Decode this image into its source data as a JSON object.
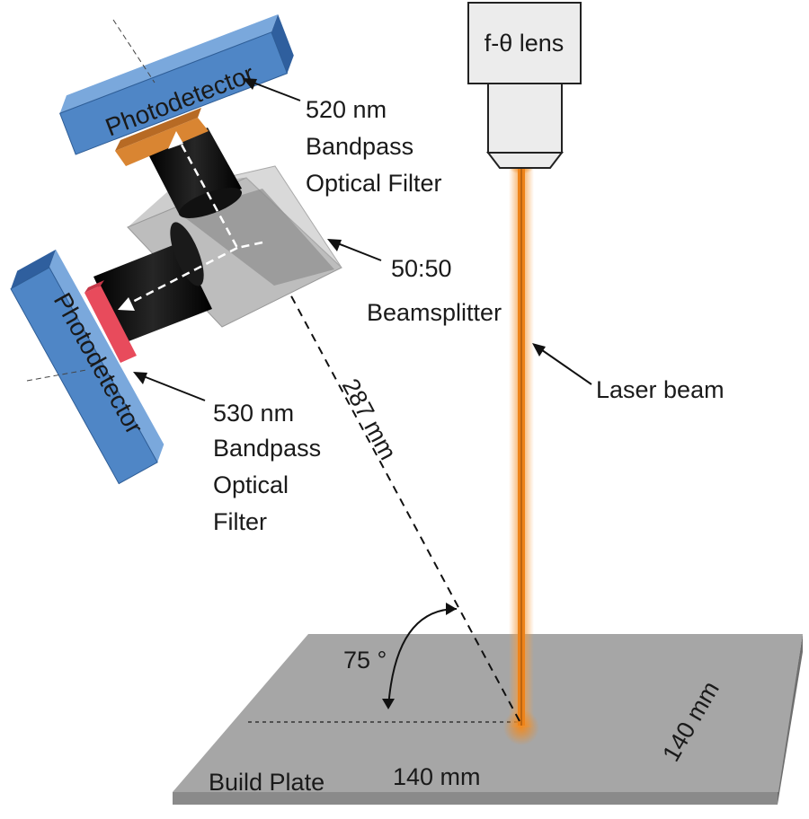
{
  "diagram": {
    "lens_label": "f-θ lens",
    "top_detector_label": "Photodetector",
    "bottom_detector_label": "Photodetector",
    "filter_520": [
      "520 nm",
      "Bandpass",
      "Optical Filter"
    ],
    "beamsplitter": [
      "50:50",
      "Beamsplitter"
    ],
    "filter_530": [
      "530 nm",
      "Bandpass",
      "Optical",
      "Filter"
    ],
    "distance_label": "287 mm",
    "laser_label": "Laser beam",
    "angle_label": "75 °",
    "plate_label": "Build Plate",
    "plate_width_label": "140 mm",
    "plate_depth_label": "140 mm"
  },
  "colors": {
    "detector_blue": "#4f86c6",
    "filter_orange": "#d98532",
    "filter_red": "#e84b5c",
    "laser_orange": "#f08a1c",
    "plate_grey": "#a4a4a4",
    "tube_black": "#0d0d0d"
  }
}
